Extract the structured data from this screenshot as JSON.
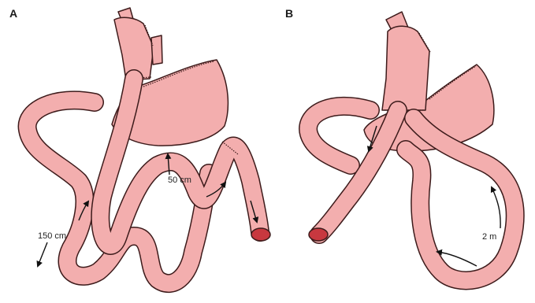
{
  "panels": [
    {
      "label": "A",
      "annotations": [
        "150 cm",
        "50 cm"
      ]
    },
    {
      "label": "B",
      "annotations": [
        "2 m"
      ]
    }
  ],
  "colors": {
    "tissue": "#f3aeae",
    "tissue_dark": "#e99494",
    "outline": "#3d1b1b",
    "lumen": "#c8383f"
  }
}
